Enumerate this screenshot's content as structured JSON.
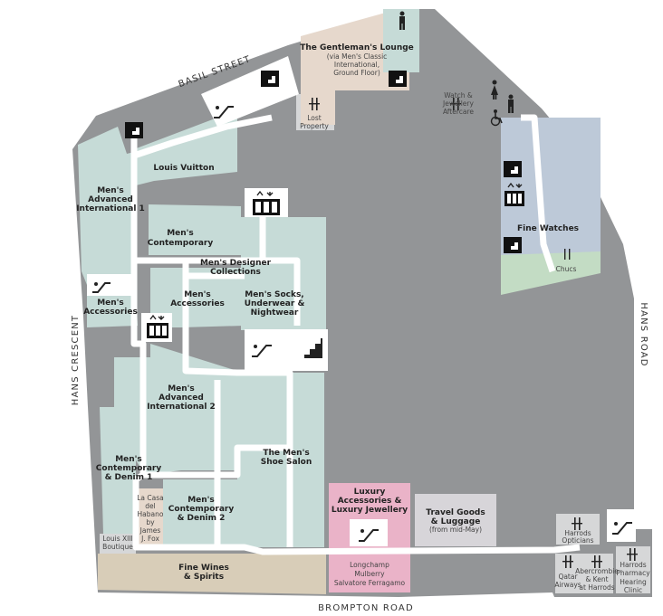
{
  "streets": {
    "basil": "BASIL STREET",
    "hans_crescent": "HANS CRESCENT",
    "hans_road": "HANS ROAD",
    "brompton": "BROMPTON ROAD"
  },
  "areas": {
    "gentlemans_lounge": {
      "title": "The Gentleman's Lounge",
      "sub1": "(via Men's Classic",
      "sub2": "International,",
      "sub3": "Ground Floor)"
    },
    "lost_property": {
      "l1": "Lost",
      "l2": "Property"
    },
    "watch_aftercare": {
      "l1": "Watch &",
      "l2": "Jewellery",
      "l3": "Aftercare"
    },
    "louis_vuitton": "Louis Vuitton",
    "mens_adv_intl_1": {
      "l1": "Men's",
      "l2": "Advanced",
      "l3": "International 1"
    },
    "mens_contemporary": {
      "l1": "Men's",
      "l2": "Contemporary"
    },
    "mens_designer": {
      "l1": "Men's Designer",
      "l2": "Collections"
    },
    "mens_accessories_left": {
      "l1": "Men's",
      "l2": "Accessories"
    },
    "mens_accessories_mid": {
      "l1": "Men's",
      "l2": "Accessories"
    },
    "mens_socks": {
      "l1": "Men's Socks,",
      "l2": "Underwear &",
      "l3": "Nightwear"
    },
    "fine_watches": "Fine Watches",
    "chucs": "Chucs",
    "mens_adv_intl_2": {
      "l1": "Men's",
      "l2": "Advanced",
      "l3": "International 2"
    },
    "mens_shoe_salon": {
      "l1": "The Men's",
      "l2": "Shoe Salon"
    },
    "mens_contemp_denim_1": {
      "l1": "Men's",
      "l2": "Contemporary",
      "l3": "& Denim 1"
    },
    "la_casa": {
      "l1": "La Casa",
      "l2": "del",
      "l3": "Habano",
      "l4": "by",
      "l5": "James",
      "l6": "J. Fox"
    },
    "mens_contemp_denim_2": {
      "l1": "Men's",
      "l2": "Contemporary",
      "l3": "& Denim 2"
    },
    "louis_xiii": {
      "l1": "Louis XIII",
      "l2": "Boutique"
    },
    "luxury_accessories": {
      "l1": "Luxury",
      "l2": "Accessories &",
      "l3": "Luxury Jewellery"
    },
    "luxury_brands": {
      "l1": "Longchamp",
      "l2": "Mulberry",
      "l3": "Salvatore Ferragamo"
    },
    "travel_goods": {
      "l1": "Travel Goods",
      "l2": "& Luggage",
      "l3": "(from mid-May)"
    },
    "fine_wines": {
      "l1": "Fine Wines",
      "l2": "& Spirits"
    },
    "harrods_opticians": {
      "l1": "Harrods",
      "l2": "Opticians"
    },
    "qatar_airways": {
      "l1": "Qatar",
      "l2": "Airways"
    },
    "abercrombie": {
      "l1": "Abercrombie",
      "l2": "& Kent",
      "l3": "at Harrods"
    },
    "harrods_pharmacy": {
      "l1": "Harrods",
      "l2": "Pharmacy"
    },
    "hearing_clinic": {
      "l1": "Hearing",
      "l2": "Clinic"
    }
  },
  "colors": {
    "building": "#939597",
    "department": "#c6dbd7",
    "corridor": "#ffffff",
    "service": "#d6d7d8",
    "fine_watches": "#bdc9d8",
    "chucs": "#c3dcc4",
    "luxury": "#eab3c8",
    "travel": "#d7d5d9",
    "wines": "#d8cdb8",
    "lounge": "#e6d8cc",
    "icon": "#111111"
  }
}
